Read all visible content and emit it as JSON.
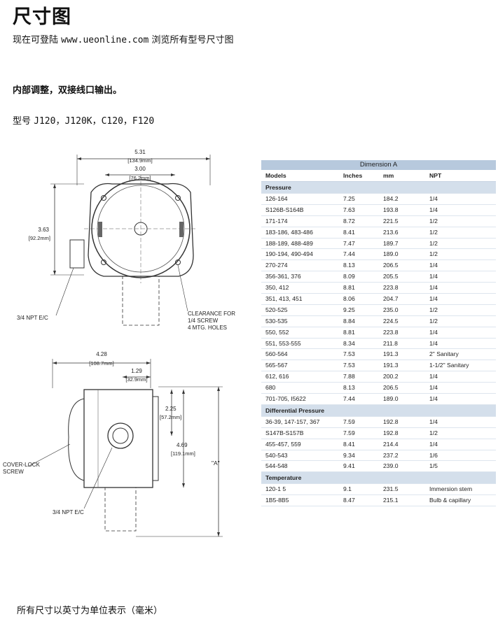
{
  "header": {
    "title": "尺寸图",
    "subtitle_prefix": "现在可登陆",
    "subtitle_url": "www.ueonline.com",
    "subtitle_suffix": "浏览所有型号尺寸图",
    "feature": "内部调整，双接线口输出。",
    "models_label": "型号",
    "models_list": "J120，J120K，C120，F120"
  },
  "drawing_top": {
    "width_dim": "5.31",
    "width_dim_mm": "[134.9mm]",
    "inner_dim": "3.00",
    "inner_dim_mm": "[76.2mm]",
    "height_dim": "3.63",
    "height_dim_mm": "[92.2mm]",
    "npt_label": "3/4 NPT E/C",
    "clearance_l1": "CLEARANCE FOR",
    "clearance_l2": "1/4 SCREW",
    "clearance_l3": "4 MTG. HOLES"
  },
  "drawing_bottom": {
    "width_dim": "4.28",
    "width_dim_mm": "[108.7mm]",
    "offset_dim": "1.29",
    "offset_dim_mm": "[32.9mm]",
    "h1_dim": "2.25",
    "h1_dim_mm": "[57.2mm]",
    "h2_dim": "4.69",
    "h2_dim_mm": "[119.1mm]",
    "a_label": "\"A\"",
    "cover_l1": "COVER-LOCK",
    "cover_l2": "SCREW",
    "npt_label": "3/4 NPT E/C"
  },
  "table": {
    "title": "Dimension A",
    "columns": [
      "Models",
      "Inches",
      "mm",
      "NPT"
    ],
    "sections": [
      {
        "name": "Pressure",
        "rows": [
          [
            "126-164",
            "7.25",
            "184.2",
            "1/4"
          ],
          [
            "S126B-S164B",
            "7.63",
            "193.8",
            "1/4"
          ],
          [
            "171-174",
            "8.72",
            "221.5",
            "1/2"
          ],
          [
            "183-186, 483-486",
            "8.41",
            "213.6",
            "1/2"
          ],
          [
            "188-189, 488-489",
            "7.47",
            "189.7",
            "1/2"
          ],
          [
            "190-194, 490-494",
            "7.44",
            "189.0",
            "1/2"
          ],
          [
            "270-274",
            "8.13",
            "206.5",
            "1/4"
          ],
          [
            "356-361, 376",
            "8.09",
            "205.5",
            "1/4"
          ],
          [
            "350, 412",
            "8.81",
            "223.8",
            "1/4"
          ],
          [
            "351, 413, 451",
            "8.06",
            "204.7",
            "1/4"
          ],
          [
            "520-525",
            "9.25",
            "235.0",
            "1/2"
          ],
          [
            "530-535",
            "8.84",
            "224.5",
            "1/2"
          ],
          [
            "550, 552",
            "8.81",
            "223.8",
            "1/4"
          ],
          [
            "551, 553-555",
            "8.34",
            "211.8",
            "1/4"
          ],
          [
            "560-564",
            "7.53",
            "191.3",
            "2\" Sanitary"
          ],
          [
            "565-567",
            "7.53",
            "191.3",
            "1-1/2\" Sanitary"
          ],
          [
            "612, 616",
            "7.88",
            "200.2",
            "1/4"
          ],
          [
            "680",
            "8.13",
            "206.5",
            "1/4"
          ],
          [
            "701-705, I5622",
            "7.44",
            "189.0",
            "1/4"
          ]
        ]
      },
      {
        "name": "Differential Pressure",
        "rows": [
          [
            "36-39, 147-157, 367",
            "7.59",
            "192.8",
            "1/4"
          ],
          [
            "S147B-S157B",
            "7.59",
            "192.8",
            "1/2"
          ],
          [
            "455-457, 559",
            "8.41",
            "214.4",
            "1/4"
          ],
          [
            "540-543",
            "9.34",
            "237.2",
            "1/6"
          ],
          [
            "544-548",
            "9.41",
            "239.0",
            "1/5"
          ]
        ]
      },
      {
        "name": "Temperature",
        "rows": [
          [
            "120-1 5",
            "9.1",
            "231.5",
            "Immersion stem"
          ],
          [
            "1B5-8B5",
            "8.47",
            "215.1",
            "Bulb & capillary"
          ]
        ]
      }
    ]
  },
  "footer": {
    "note": "所有尺寸以英寸为单位表示（毫米）"
  }
}
